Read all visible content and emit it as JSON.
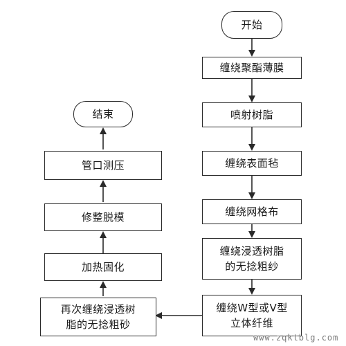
{
  "flowchart": {
    "start": "开始",
    "end": "结束",
    "right_column": [
      "缠绕聚酯薄膜",
      "喷射树脂",
      "缠绕表面毡",
      "缠绕网格布"
    ],
    "step_resin_line1": "缠绕浸透树脂",
    "step_resin_line2": "的无捻粗纱",
    "step_fiber_line1": "缠绕W型或V型",
    "step_fiber_line2": "立体纤维",
    "step_rewind_line1": "再次缠绕浸透树",
    "step_rewind_line2": "脂的无捻粗砂",
    "left_column": [
      "加热固化",
      "修整脱模",
      "管口测压"
    ]
  },
  "watermark": "www.zqktblg.com"
}
